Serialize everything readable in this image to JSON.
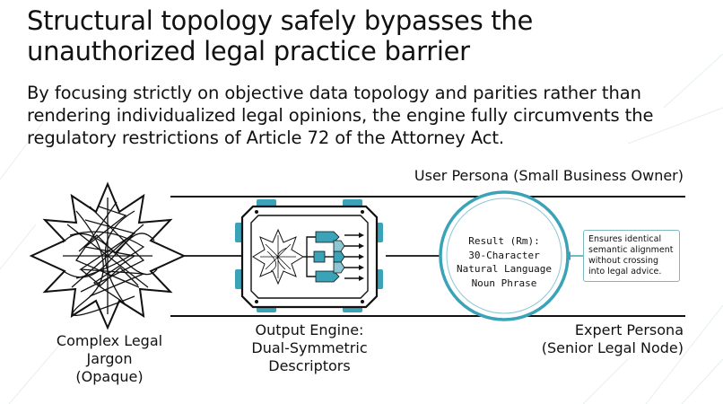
{
  "title": "Structural topology safely bypasses the unauthorized legal practice barrier",
  "subtitle": "By focusing strictly on objective data topology and parities rather than rendering individualized legal opinions, the engine fully circumvents the regulatory restrictions of Article 72 of the Attorney Act.",
  "diagram": {
    "left_node": {
      "label_line1": "Complex Legal Jargon",
      "label_line2": "(Opaque)",
      "icon": "tangled-star-icon"
    },
    "engine_node": {
      "label_line1": "Output Engine:",
      "label_line2": "Dual-Symmetric",
      "label_line3": "Descriptors",
      "icon": "processor-chip-icon"
    },
    "result_node": {
      "line1": "Result (Rm):",
      "line2": "30-Character",
      "line3": "Natural Language",
      "line4": "Noun Phrase"
    },
    "callout": "Ensures identical semantic alignment without crossing into legal advice.",
    "persona_top": "User Persona (Small Business Owner)",
    "persona_bottom_line1": "Expert Persona",
    "persona_bottom_line2": "(Senior Legal Node)",
    "colors": {
      "accent": "#3ba3b8",
      "accent_light": "#8cc7d3",
      "ink": "#111111"
    }
  }
}
